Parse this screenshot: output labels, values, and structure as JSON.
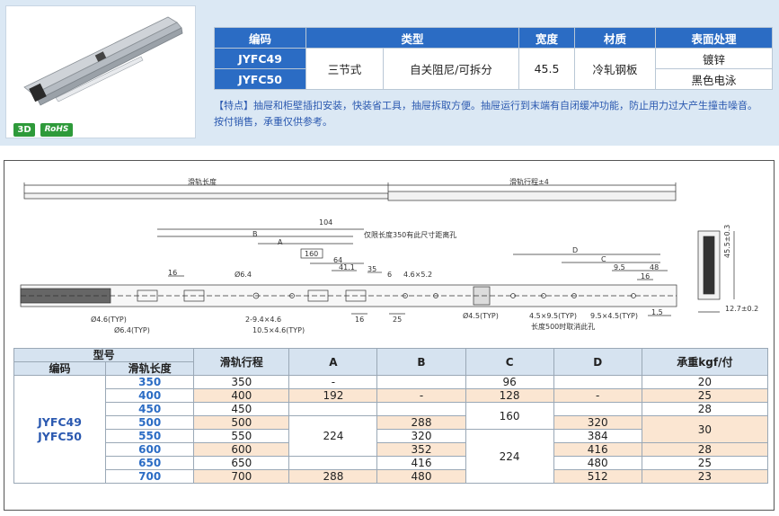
{
  "product": {
    "badge_3d": "3D",
    "badge_rohs": "RoHS"
  },
  "spec_table": {
    "headers": [
      "编码",
      "类型",
      "宽度",
      "材质",
      "表面处理"
    ],
    "codes": [
      "JYFC49",
      "JYFC50"
    ],
    "type_a": "三节式",
    "type_b": "自关阻尼/可拆分",
    "width": "45.5",
    "material": "冷轧钢板",
    "finishes": [
      "镀锌",
      "黑色电泳"
    ]
  },
  "feature_text": "【特点】抽屉和柜壁插扣安装，快装省工具，抽屉拆取方便。抽屉运行到末端有自闭缓冲功能，防止用力过大产生撞击噪音。",
  "note_text": "按付销售，承重仅供参考。",
  "drawing": {
    "rail_length": "滑轨长度",
    "travel": "滑轨行程±4",
    "dim_104": "104",
    "note_350": "仅限长度350有此尺寸距离孔",
    "dim_B": "B",
    "dim_A": "A",
    "dim_160": "160",
    "dim_64": "64",
    "dim_41": "41.1",
    "dim_35": "35",
    "dim_6": "6",
    "dim_46x52": "4.6×5.2",
    "dim_16a": "16",
    "dim_d64": "Ø6.4",
    "dim_d46typ": "Ø4.6(TYP)",
    "dim_d64typ": "Ø6.4(TYP)",
    "dim_2946": "2-9.4×4.6",
    "dim_10546": "10.5×4.6(TYP)",
    "dim_16b": "16",
    "dim_25": "25",
    "dim_D": "D",
    "dim_C": "C",
    "dim_95": "9.5",
    "dim_48": "48",
    "dim_16c": "16",
    "dim_d45typ": "Ø4.5(TYP)",
    "dim_4595": "4.5×9.5(TYP)",
    "dim_9545": "9.5×4.5(TYP)",
    "dim_15": "1.5",
    "note_500": "长度500时取消此孔",
    "dim_455": "45.5±0.3",
    "dim_127": "12.7±0.2"
  },
  "size_table": {
    "group_header": "型号",
    "col_code": "编码",
    "col_length": "滑轨长度",
    "col_travel": "滑轨行程",
    "col_A": "A",
    "col_B": "B",
    "col_C": "C",
    "col_D": "D",
    "col_load": "承重kgf/付",
    "model_1": "JYFC49",
    "model_2": "JYFC50",
    "rows": [
      {
        "len": "350",
        "travel": "350",
        "A": "-",
        "C": "96",
        "load": "20"
      },
      {
        "len": "400",
        "travel": "400",
        "A": "192",
        "B": "-",
        "C": "128",
        "D": "-",
        "load": "25"
      },
      {
        "len": "450",
        "travel": "450",
        "load": "28"
      },
      {
        "len": "500",
        "travel": "500",
        "B": "288",
        "D": "320"
      },
      {
        "len": "550",
        "travel": "550",
        "A": "224",
        "B": "320",
        "D": "384",
        "load": "30"
      },
      {
        "len": "600",
        "travel": "600",
        "B": "352",
        "D": "416",
        "load": "28"
      },
      {
        "len": "650",
        "travel": "650",
        "B": "416",
        "D": "480",
        "load": "25"
      },
      {
        "len": "700",
        "travel": "700",
        "A": "288",
        "B": "480",
        "D": "512",
        "load": "23"
      }
    ],
    "C_merged_1": "160",
    "C_merged_2": "224"
  }
}
